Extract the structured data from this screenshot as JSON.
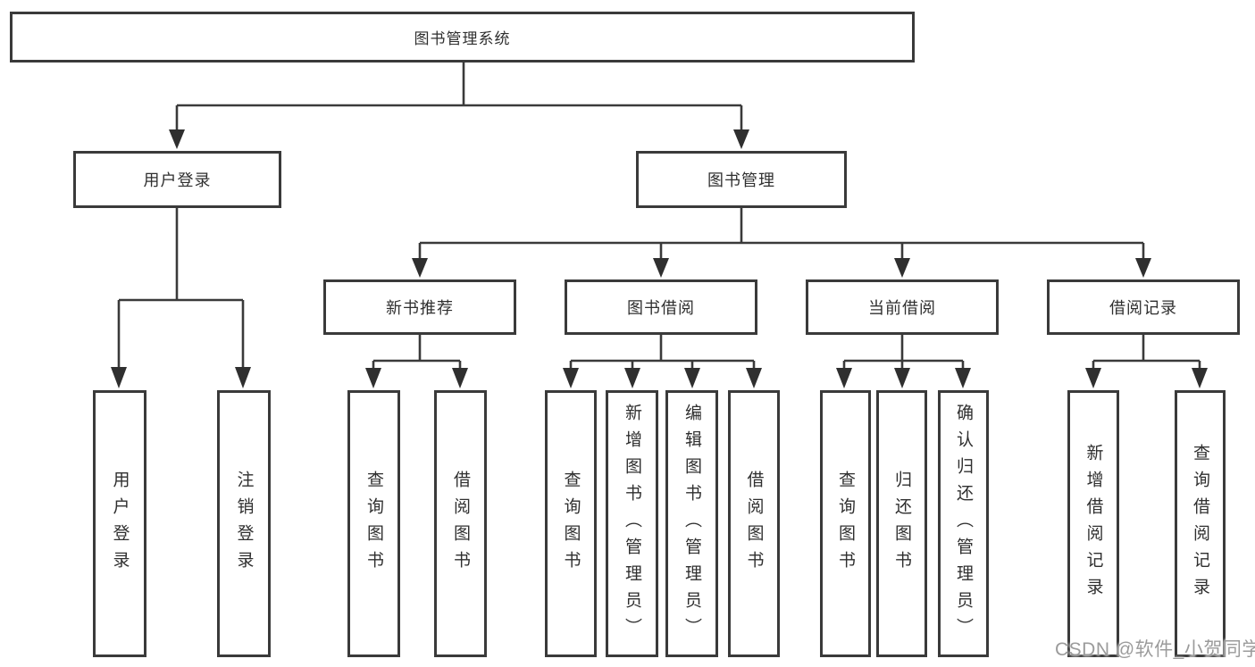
{
  "watermark": {
    "text": "CSDN @软件_小贺同学"
  },
  "tree": {
    "root": {
      "label": "图书管理系统",
      "children": [
        {
          "label": "用户登录",
          "children": [
            {
              "label": "用户登录"
            },
            {
              "label": "注销登录"
            }
          ]
        },
        {
          "label": "图书管理",
          "children": [
            {
              "label": "新书推荐",
              "children": [
                {
                  "label": "查询图书"
                },
                {
                  "label": "借阅图书"
                }
              ]
            },
            {
              "label": "图书借阅",
              "children": [
                {
                  "label": "查询图书"
                },
                {
                  "label": "新增图书（管理员）"
                },
                {
                  "label": "编辑图书（管理员）"
                },
                {
                  "label": "借阅图书"
                }
              ]
            },
            {
              "label": "当前借阅",
              "children": [
                {
                  "label": "查询图书"
                },
                {
                  "label": "归还图书"
                },
                {
                  "label": "确认归还（管理员）"
                }
              ]
            },
            {
              "label": "借阅记录",
              "children": [
                {
                  "label": "新增借阅记录"
                },
                {
                  "label": "查询借阅记录"
                }
              ]
            }
          ]
        }
      ]
    }
  }
}
